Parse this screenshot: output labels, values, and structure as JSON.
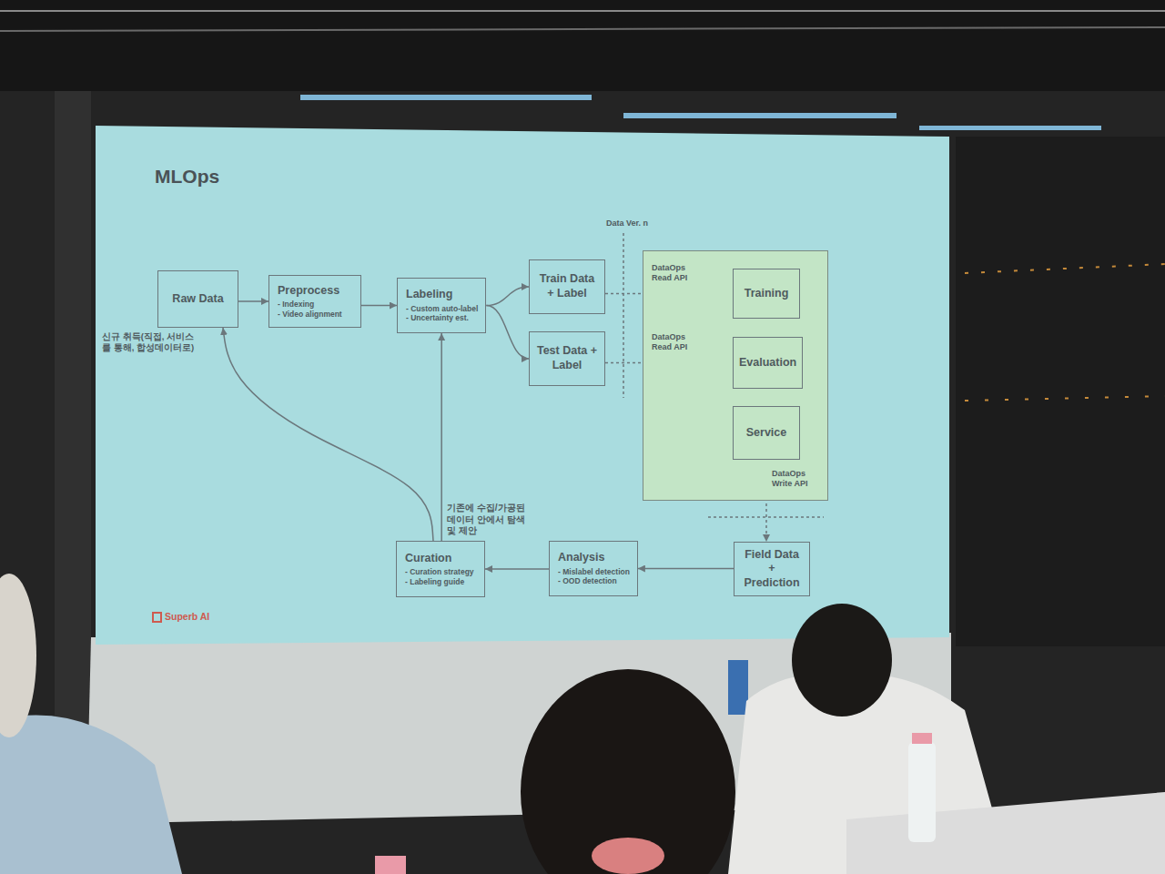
{
  "diagram": {
    "title": "MLOps",
    "nodes": [
      {
        "text": [
          "Raw Data"
        ]
      },
      {
        "text": [
          "Preprocess",
          "- Indexing",
          "- Video alignment"
        ]
      },
      {
        "text": [
          "Labeling",
          "- Custom auto-label",
          "- Uncertainty est."
        ]
      },
      {
        "text": [
          "Train Data + Label"
        ]
      },
      {
        "text": [
          "Test Data + Label"
        ]
      },
      {
        "text": []
      },
      {
        "text": [
          "Training"
        ],
        "in": 5
      },
      {
        "text": [
          "Evaluation"
        ],
        "in": 5
      },
      {
        "text": [
          "Service"
        ],
        "in": 5
      },
      {
        "text": [
          "Field Data + Prediction"
        ]
      },
      {
        "text": [
          "Analysis",
          "- Mislabel detection",
          "- OOD detection"
        ]
      },
      {
        "text": [
          "Curation",
          "- Curation strategy",
          "- Labeling guide"
        ]
      }
    ],
    "edges": [
      {
        "from": 0,
        "to": 1,
        "arrow": "to"
      },
      {
        "from": 1,
        "to": 2,
        "arrow": "to"
      },
      {
        "from": 2,
        "to": 3,
        "arrow": "to"
      },
      {
        "from": 2,
        "to": 4,
        "arrow": "to"
      },
      {
        "from": 3,
        "to": 6,
        "label": "DataOps Read API",
        "arrow": "to"
      },
      {
        "from": 4,
        "to": 7,
        "label": "DataOps Read API",
        "arrow": "to"
      },
      {
        "from": 6,
        "to": 7,
        "arrow": "to"
      },
      {
        "from": 7,
        "to": 8,
        "arrow": "to"
      },
      {
        "from": 8,
        "to": 9,
        "label": "DataOps Write API",
        "arrow": "to"
      },
      {
        "from": 9,
        "to": 10,
        "arrow": "to"
      },
      {
        "from": 10,
        "to": 11,
        "arrow": "to"
      },
      {
        "from": 11,
        "to": 2,
        "label": "기존에 수집/가공된 데이터 안에서 탐색 및 제안",
        "arrow": "to"
      },
      {
        "from": 11,
        "to": 0,
        "arrow": "to"
      }
    ],
    "labels": [
      "Data Ver. n",
      "신규 취득(직접, 서비스를 통해, 합성데이터로)",
      "Superb AI"
    ]
  }
}
